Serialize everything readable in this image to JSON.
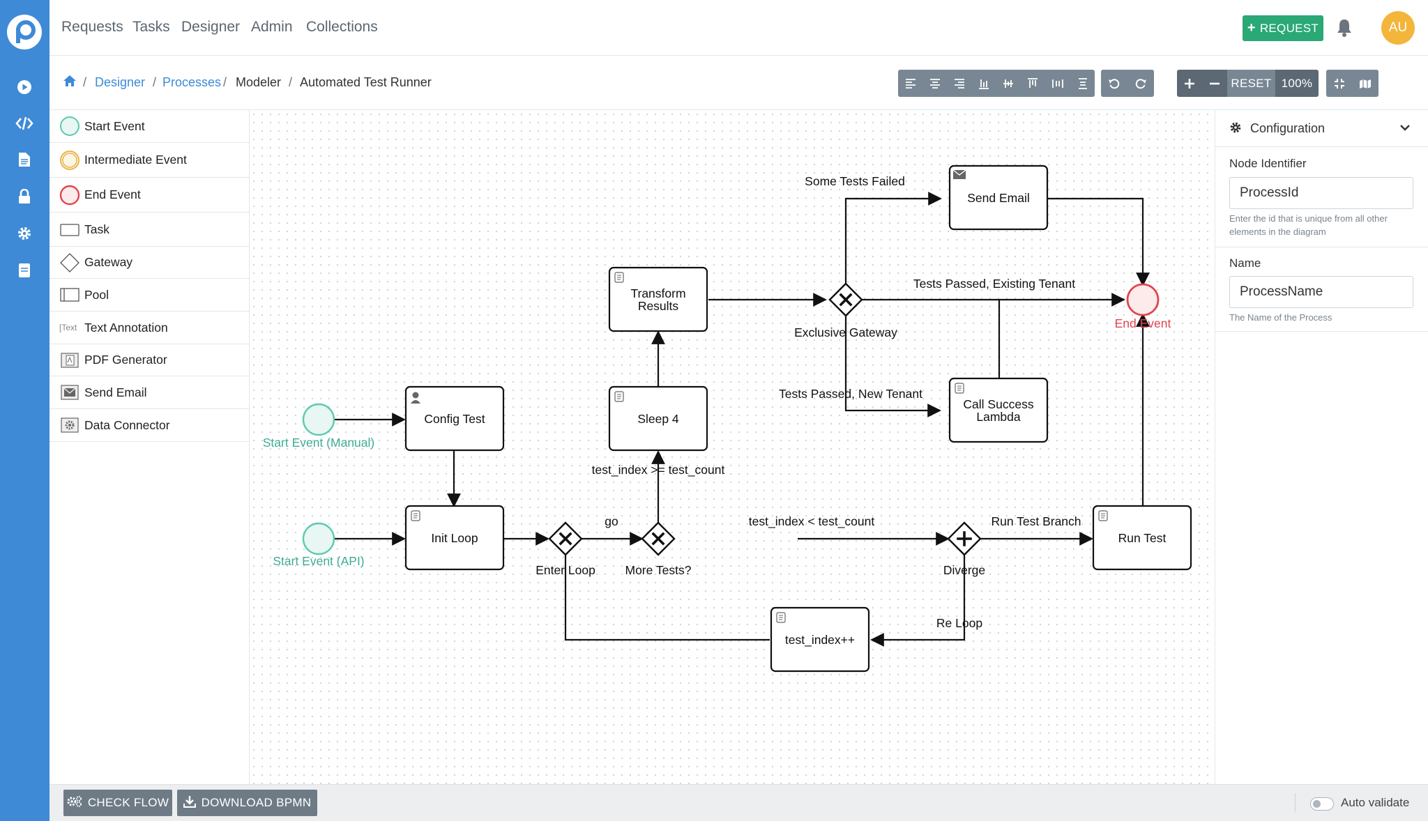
{
  "topnav": {
    "links": [
      "Requests",
      "Tasks",
      "Designer",
      "Admin",
      "Collections"
    ],
    "request_button": "REQUEST",
    "avatar_initials": "AU"
  },
  "breadcrumb": {
    "items": [
      "Designer",
      "Processes",
      "Modeler",
      "Automated Test Runner"
    ]
  },
  "toolbar": {
    "reset_label": "RESET",
    "zoom_level": "100%"
  },
  "palette": {
    "items": [
      "Start Event",
      "Intermediate Event",
      "End Event",
      "Task",
      "Gateway",
      "Pool",
      "Text Annotation",
      "PDF Generator",
      "Send Email",
      "Data Connector"
    ],
    "text_annotation_icon_text": "Text"
  },
  "diagram": {
    "start_events": [
      "Start Event (Manual)",
      "Start Event (API)"
    ],
    "tasks": [
      "Config Test",
      "Init Loop",
      "Sleep 4",
      "Transform Results",
      "Send Email",
      "Call Success Lambda",
      "Run Test",
      "test_index++"
    ],
    "gateways": [
      "Enter Loop",
      "More Tests?",
      "Exclusive Gateway",
      "Diverge"
    ],
    "end_event": "End Event",
    "flow_labels": [
      "Some Tests Failed",
      "Tests Passed, Existing Tenant",
      "Tests Passed, New Tenant",
      "test_index >= test_count",
      "go",
      "test_index < test_count",
      "Run Test Branch",
      "Re Loop"
    ]
  },
  "config": {
    "title": "Configuration",
    "node_identifier_label": "Node Identifier",
    "node_identifier_value": "ProcessId",
    "node_identifier_help": "Enter the id that is unique from all other elements in the diagram",
    "name_label": "Name",
    "name_value": "ProcessName",
    "name_help": "The Name of the Process"
  },
  "footer": {
    "check_flow": "CHECK FLOW",
    "download_bpmn": "DOWNLOAD BPMN",
    "auto_validate": "Auto validate"
  },
  "colors": {
    "sidebar": "#3e8ad6",
    "request_button": "#2aa876",
    "avatar": "#f3b53a",
    "start_event": "#5cc9b0",
    "end_event": "#e0464f",
    "intermediate_event": "#e9b44c"
  }
}
